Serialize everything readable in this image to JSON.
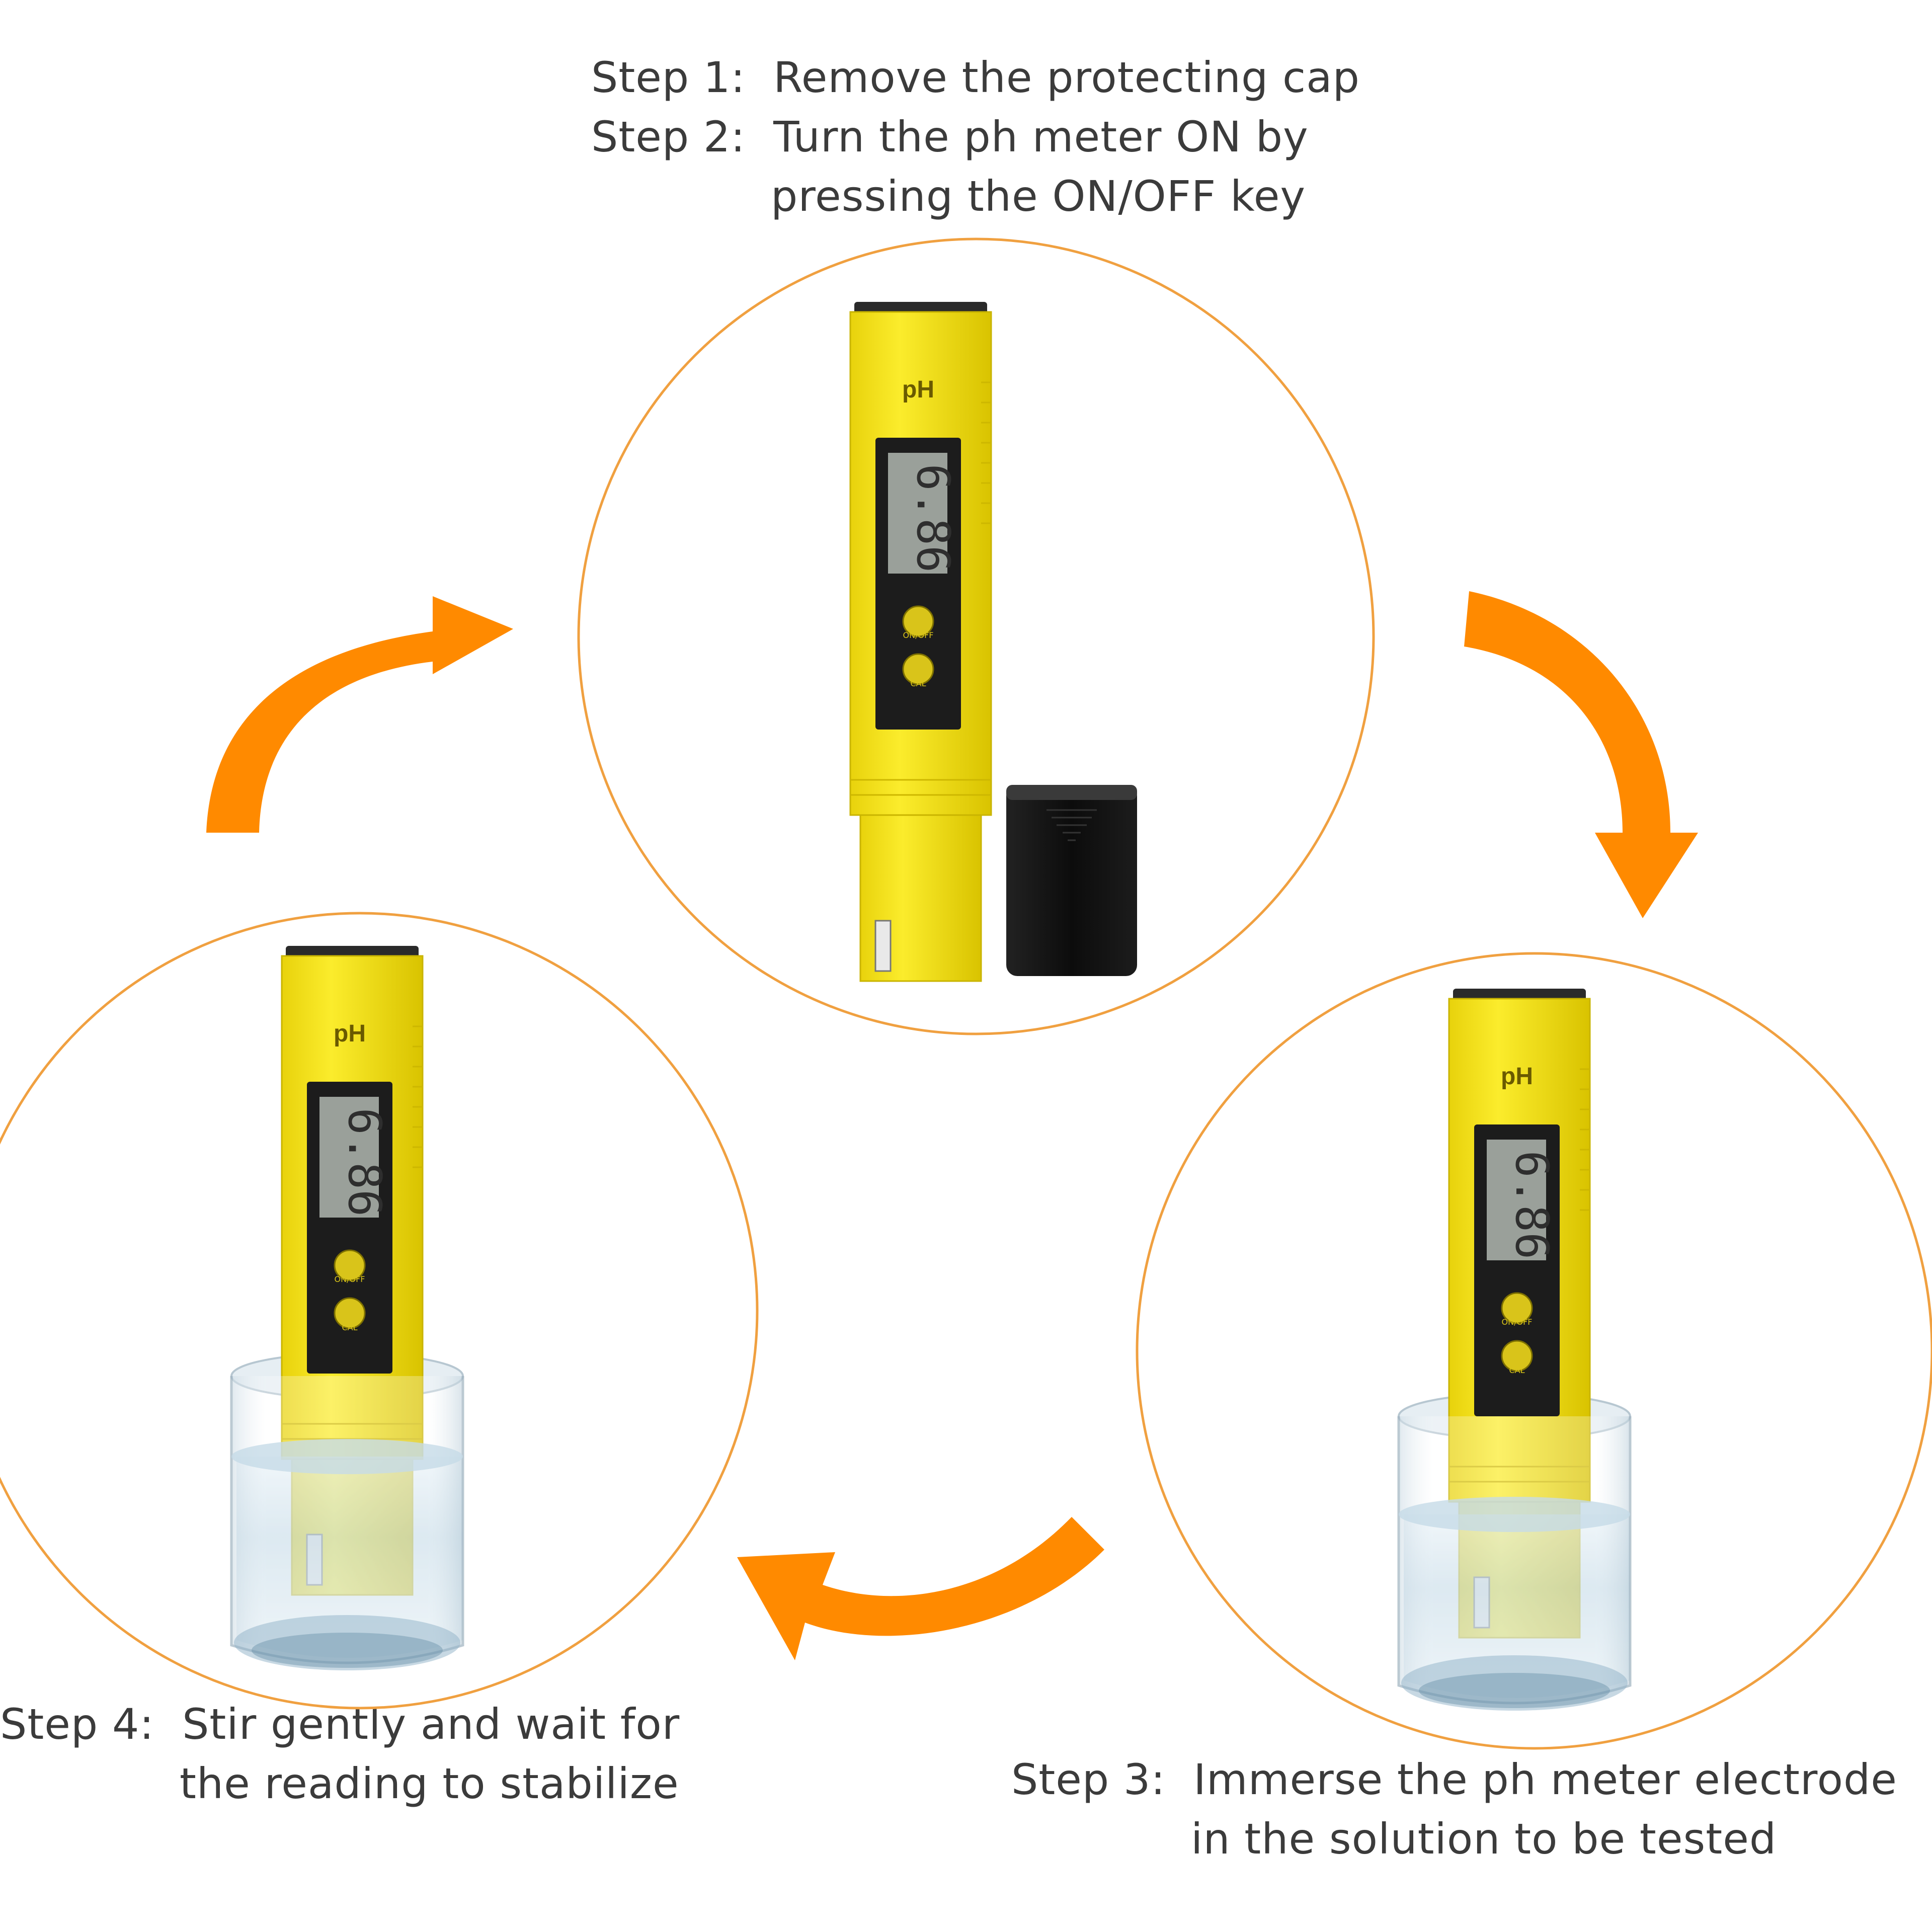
{
  "steps": [
    {
      "label": "Step 1:",
      "lines": [
        "Remove the protecting cap"
      ]
    },
    {
      "label": "Step 2:",
      "lines": [
        "Turn the ph meter ON by",
        "pressing the ON/OFF key"
      ]
    },
    {
      "label": "Step 3:",
      "lines": [
        "Immerse the ph meter electrode",
        "in the solution to be tested"
      ]
    },
    {
      "label": "Step 4:",
      "lines": [
        "Stir gently and wait for",
        "the reading to stabilize"
      ]
    }
  ],
  "meter": {
    "brand_label": "pH",
    "display_reading": "6.86",
    "button_1_label": "ON/OFF",
    "button_2_label": "CAL"
  },
  "colors": {
    "arrow": "#ff8a00",
    "circle_outline": "#f0a040",
    "meter_body": "#f4e21a",
    "meter_screen": "#1b1b1b",
    "cap": "#111111",
    "water": "#bcd6e6"
  }
}
